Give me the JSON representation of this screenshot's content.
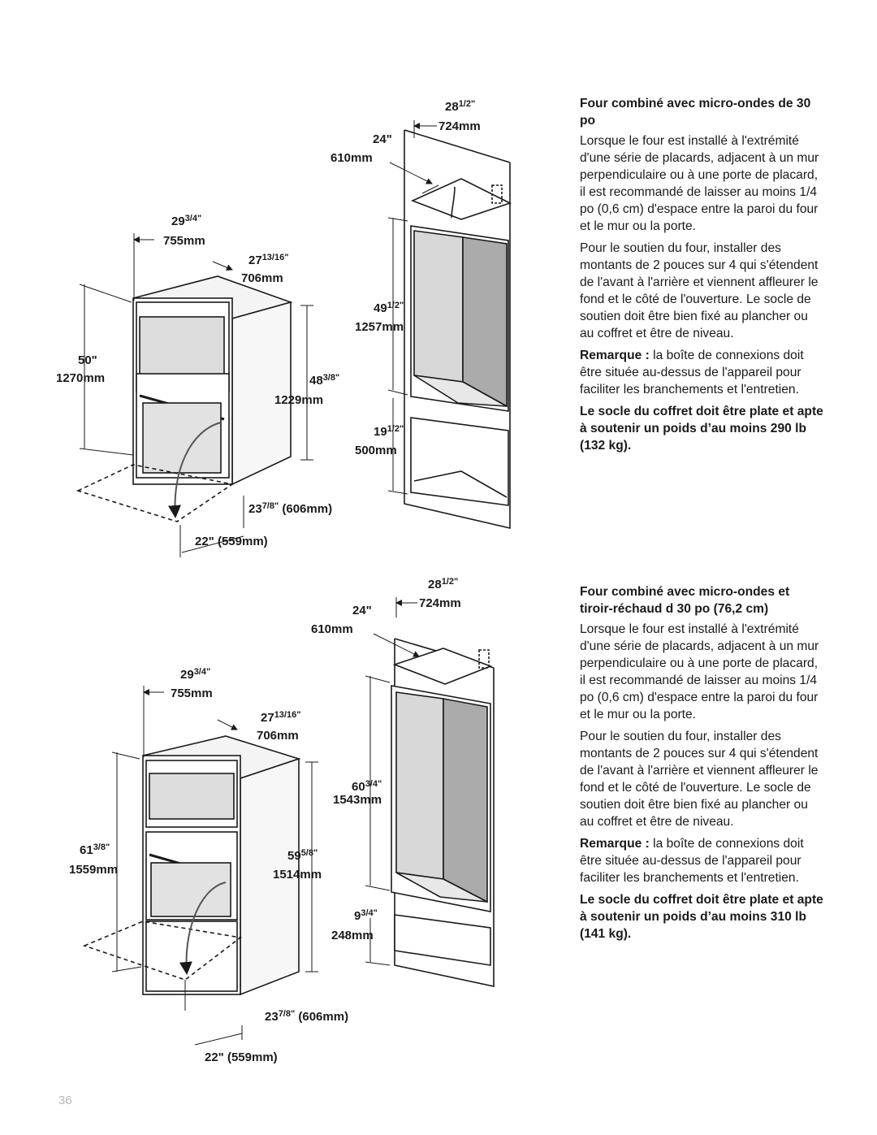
{
  "section1": {
    "title": "Four combiné avec micro-ondes de 30 po",
    "p1": "Lorsque le four est installé à l'extrémité d'une série de placards, adjacent à un mur perpendiculaire ou à une porte de placard, il est recommandé de laisser au moins 1/4 po (0,6 cm) d'espace entre la paroi du four et le mur ou la porte.",
    "p2": "Pour le soutien du four, installer des montants de 2 pouces sur 4 qui s'étendent de l'avant à l'arrière et viennent affleurer le fond et le côté de l'ouverture. Le socle de soutien doit être bien fixé au plancher ou au coffret et être de niveau.",
    "note_label": "Remarque :",
    "note_text": " la boîte de connexions doit être située au-dessus de l'appareil pour faciliter les branchements et l'entretien.",
    "warning": "Le socle du coffret doit être plate et apte à soutenir un poids d’au moins 290 lb (132 kg)."
  },
  "section2": {
    "title": "Four combiné avec micro-ondes et tiroir-réchaud d 30 po (76,2 cm)",
    "p1": "Lorsque le four est installé à l'extrémité d'une série de placards, adjacent à un mur perpendiculaire ou à une porte de placard, il est recommandé de laisser au moins 1/4 po (0,6 cm) d'espace entre la paroi du four et le mur ou la porte.",
    "p2": "Pour le soutien du four, installer des montants de 2 pouces sur 4 qui s'étendent de l'avant à l'arrière et viennent affleurer le fond et le côté de l'ouverture. Le socle de soutien doit être bien fixé au plancher ou au coffret et être de niveau.",
    "note_label": "Remarque :",
    "note_text": " la boîte de connexions doit être située au-dessus de l'appareil pour faciliter les branchements et l'entretien.",
    "warning": "Le socle du coffret doit être plate et apte à soutenir un poids d’au moins 310 lb (141 kg)."
  },
  "fig1": {
    "width_whole": "29",
    "width_frac": "3/4\"",
    "width_mm": "755mm",
    "depth_whole": "27",
    "depth_frac": "13/16\"",
    "depth_mm": "706mm",
    "height_in": "50\"",
    "height_mm": "1270mm",
    "inner_h_whole": "48",
    "inner_h_frac": "3/8\"",
    "inner_h_mm": "1229mm",
    "door_whole": "23",
    "door_frac": "7/8\"",
    "door_mm": "606mm",
    "base": "22\" (559mm)",
    "cab_w_whole": "28",
    "cab_w_frac": "1/2\"",
    "cab_w_mm": "724mm",
    "cab_d_in": "24\"",
    "cab_d_mm": "610mm",
    "cut_h_whole": "49",
    "cut_h_frac": "1/2\"",
    "cut_h_mm": "1257mm",
    "floor_whole": "19",
    "floor_frac": "1/2\"",
    "floor_mm": "500mm"
  },
  "fig2": {
    "width_whole": "29",
    "width_frac": "3/4\"",
    "width_mm": "755mm",
    "depth_whole": "27",
    "depth_frac": "13/16\"",
    "depth_mm": "706mm",
    "height_whole": "61",
    "height_frac": "3/8\"",
    "height_mm": "1559mm",
    "inner_h_whole": "59",
    "inner_h_frac": "5/8\"",
    "inner_h_mm": "1514mm",
    "door_whole": "23",
    "door_frac": "7/8\"",
    "door_mm": "606mm",
    "base": "22\" (559mm)",
    "cab_w_whole": "28",
    "cab_w_frac": "1/2\"",
    "cab_w_mm": "724mm",
    "cab_d_in": "24\"",
    "cab_d_mm": "610mm",
    "cut_h_whole": "60",
    "cut_h_frac": "3/4\"",
    "cut_h_mm": "1543mm",
    "floor_whole": "9",
    "floor_frac": "3/4\"",
    "floor_mm": "248mm"
  },
  "page_number": "36"
}
